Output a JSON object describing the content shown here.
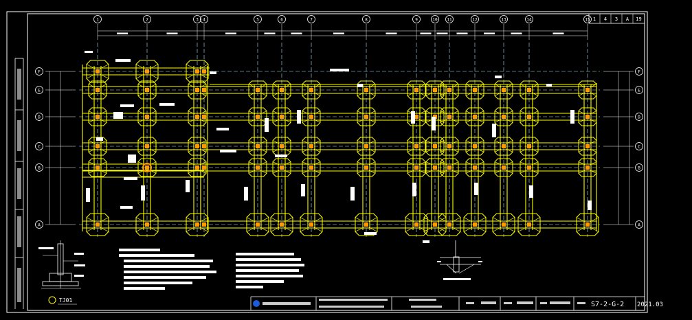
{
  "drawing": {
    "sheet_info": [
      "1",
      "4",
      "3",
      "A",
      "19"
    ],
    "sheet_number": "S7-2-G-2",
    "date": "2021.03",
    "detail_label": "TJ01",
    "colors": {
      "background": "#000000",
      "frame": "#ffffff",
      "beam": "#ffff00",
      "grid_axis": "#b3e5fc",
      "column": "#ff9900",
      "dimension": "#ffffff",
      "title_logo": "#1e5bd6"
    },
    "axes_top": [
      "1",
      "2",
      "3",
      "4",
      "5",
      "6",
      "7",
      "8",
      "9",
      "10",
      "11",
      "12",
      "13",
      "14",
      "15"
    ],
    "axes_left": [
      "F",
      "E",
      "D",
      "C",
      "B",
      "A"
    ]
  }
}
